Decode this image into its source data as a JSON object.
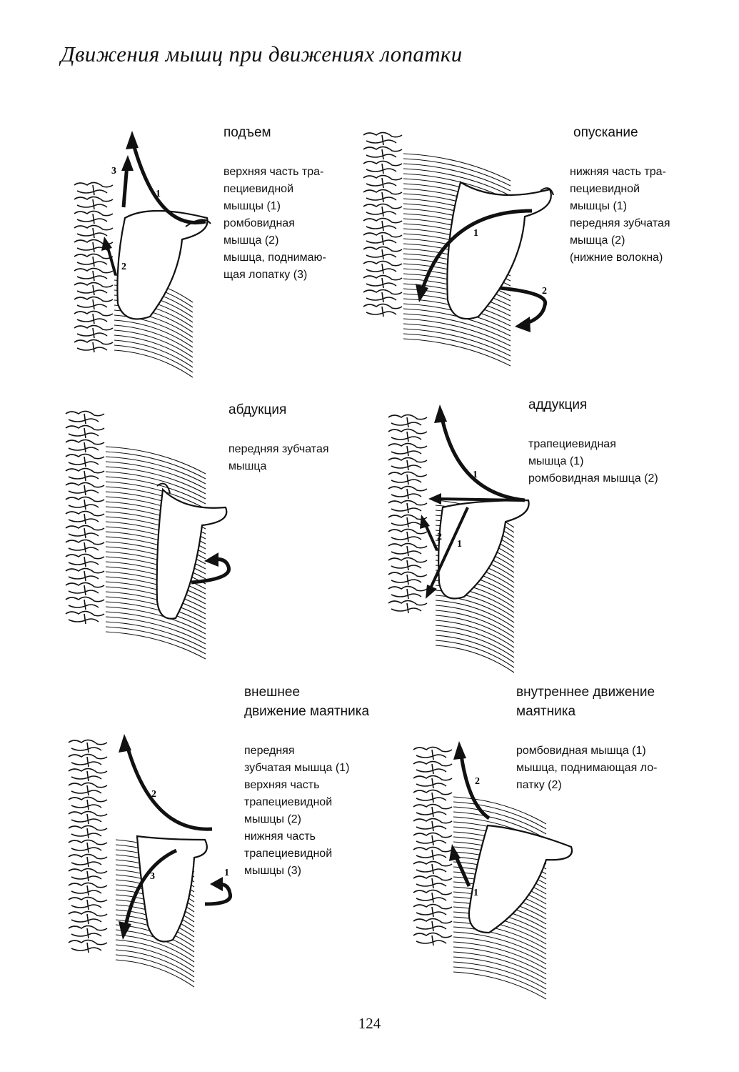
{
  "page": {
    "title": "Движения мышц при движениях лопатки",
    "page_number": "124"
  },
  "panels": [
    {
      "id": "elevation",
      "heading": "подъем",
      "description": "верхняя часть тра-\nпециевидной\nмышцы (1)\nромбовидная\nмышца (2)\nмышца, поднимаю-\nщая лопатку (3)",
      "arrow_labels": [
        "1",
        "2",
        "3"
      ]
    },
    {
      "id": "depression",
      "heading": "опускание",
      "description": "нижняя часть тра-\nпециевидной\nмышцы (1)\nпередняя зубчатая\nмышца (2)\n(нижние волокна)",
      "arrow_labels": [
        "1",
        "2"
      ]
    },
    {
      "id": "abduction",
      "heading": "абдукция",
      "description": "передняя зубчатая\nмышца",
      "arrow_labels": []
    },
    {
      "id": "adduction",
      "heading": "аддукция",
      "description": "трапециевидная\nмышца (1)\nромбовидная мышца (2)",
      "arrow_labels": [
        "1",
        "1",
        "2"
      ]
    },
    {
      "id": "upward-rotation",
      "heading": "внешнее\nдвижение маятника",
      "description": "передняя\nзубчатая мышца (1)\nверхняя часть\nтрапециевидной\nмышцы (2)\nнижняя часть\nтрапециевидной\nмышцы (3)",
      "arrow_labels": [
        "1",
        "2",
        "3"
      ]
    },
    {
      "id": "downward-rotation",
      "heading": "внутреннее движение\nмаятника",
      "description": "ромбовидная мышца (1)\nмышца, поднимающая ло-\nпатку (2)",
      "arrow_labels": [
        "1",
        "2"
      ]
    }
  ],
  "colors": {
    "ink": "#111111",
    "paper": "#ffffff"
  }
}
